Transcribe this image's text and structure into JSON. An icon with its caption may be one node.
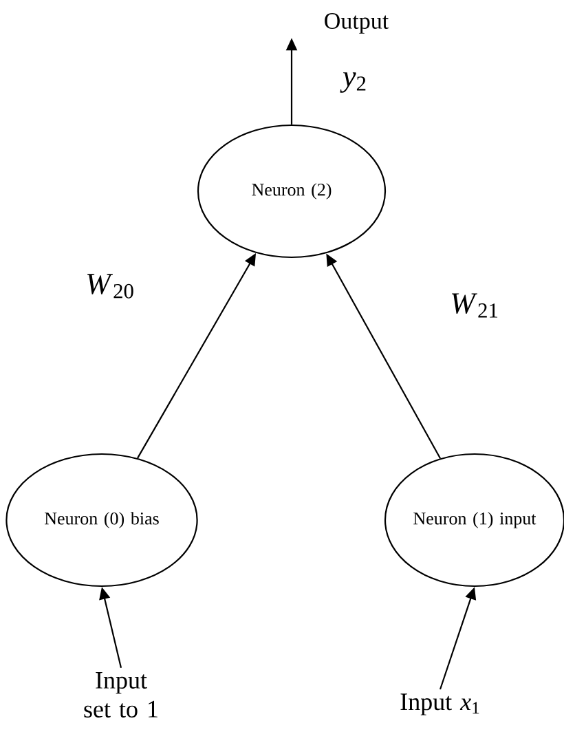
{
  "diagram": {
    "nodes": [
      {
        "text": [
          "Output"
        ]
      },
      {
        "text": [
          "Neuron (2)"
        ]
      },
      {
        "text": [
          "Neuron (0) bias"
        ]
      },
      {
        "text": [
          "Neuron (1) input"
        ]
      },
      {
        "text": [
          "Input set to 1"
        ]
      },
      {
        "text": [
          "Input *x*$_{1}$"
        ]
      }
    ],
    "edges": [
      {
        "from": 1,
        "to": 0,
        "arrow": "to",
        "label": "*y*$_{2}$"
      },
      {
        "from": 2,
        "to": 1,
        "arrow": "to",
        "label": "*W*$_{20}$"
      },
      {
        "from": 3,
        "to": 1,
        "arrow": "to",
        "label": "*W*$_{21}$"
      },
      {
        "from": 4,
        "to": 2,
        "arrow": "to"
      },
      {
        "from": 5,
        "to": 3,
        "arrow": "to"
      }
    ]
  }
}
